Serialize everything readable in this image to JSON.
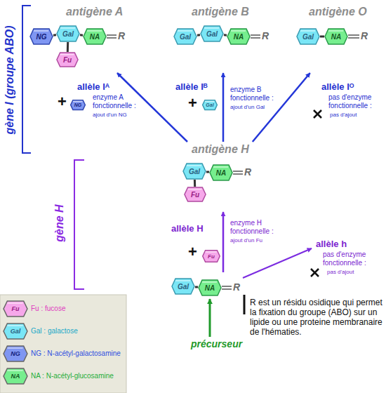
{
  "diagram": {
    "nodes": [
      {
        "text": [
          "antigène A"
        ]
      },
      {
        "text": [
          "NG"
        ],
        "in": 0
      },
      {
        "text": [
          "Gal"
        ],
        "in": 0
      },
      {
        "text": [
          "NA"
        ],
        "in": 0
      },
      {
        "text": [
          "Fu"
        ],
        "in": 0
      },
      {
        "text": [
          "antigène B"
        ]
      },
      {
        "text": [
          "Gal"
        ],
        "in": 5
      },
      {
        "text": [
          "Gal"
        ],
        "in": 5
      },
      {
        "text": [
          "NA"
        ],
        "in": 5
      },
      {
        "text": [
          "antigène O"
        ]
      },
      {
        "text": [
          "Gal"
        ],
        "in": 9
      },
      {
        "text": [
          "NA"
        ],
        "in": 9
      },
      {
        "text": [
          "NG"
        ]
      },
      {
        "text": [
          "Gal"
        ]
      },
      {
        "text": [
          "antigène H"
        ]
      },
      {
        "text": [
          "Gal"
        ],
        "in": 14
      },
      {
        "text": [
          "NA"
        ],
        "in": 14
      },
      {
        "text": [
          "Fu"
        ],
        "in": 14
      },
      {
        "text": [
          "Fu"
        ]
      },
      {
        "text": [
          "précurseur"
        ]
      },
      {
        "text": [
          "Gal"
        ],
        "in": 19
      },
      {
        "text": [
          "NA"
        ],
        "in": 19
      }
    ],
    "edges": [
      {
        "from": 1,
        "to": 2,
        "arrow": "none"
      },
      {
        "from": 2,
        "to": 3,
        "arrow": "none"
      },
      {
        "from": 2,
        "to": 4,
        "arrow": "none"
      },
      {
        "from": 6,
        "to": 7,
        "arrow": "none"
      },
      {
        "from": 7,
        "to": 8,
        "arrow": "none"
      },
      {
        "from": 10,
        "to": 11,
        "arrow": "none"
      },
      {
        "from": 14,
        "to": 0,
        "arrow": "to"
      },
      {
        "from": 14,
        "to": 5,
        "arrow": "to"
      },
      {
        "from": 14,
        "to": 9,
        "arrow": "to"
      },
      {
        "from": 15,
        "to": 16,
        "arrow": "none"
      },
      {
        "from": 15,
        "to": 17,
        "arrow": "none"
      },
      {
        "from": 19,
        "to": 14,
        "arrow": "to"
      },
      {
        "from": 20,
        "to": 21,
        "arrow": "none"
      }
    ],
    "labels": [
      "gène I (groupe ABO)",
      "R",
      "R",
      "R",
      "allèle Iᴬ",
      "allèle Iᴮ",
      "allèle Iᴼ",
      "enzyme A fonctionnelle :",
      "ajout d'un NG",
      "+",
      "enzyme B fonctionnelle :",
      "ajout d'un Gal",
      "+",
      "pas d'enzyme fonctionnelle :",
      "pas d'ajout",
      "gène H",
      "R",
      "allèle H",
      "enzyme H fonctionnelle :",
      "ajout d'un Fu",
      "+",
      "allèle h",
      "pas d'enzyme fonctionnelle :",
      "pas d'ajout",
      "R",
      "R est un résidu osidique qui permet la fixation du groupe (ABO) sur un lipide ou une proteine membranaire de l'hématies.",
      "Fu",
      "Gal",
      "NG",
      "NA"
    ],
    "legend": [
      {
        "text": "Fu : fucose",
        "color": "#f6a8ea"
      },
      {
        "text": "Gal : galactose",
        "color": "#7ae6f6"
      },
      {
        "text": "NG : N-acétyl-galactosamine",
        "color": "#7f96f2"
      },
      {
        "text": "NA : N-acétyl-glucosamine",
        "color": "#76ee8e"
      }
    ]
  }
}
